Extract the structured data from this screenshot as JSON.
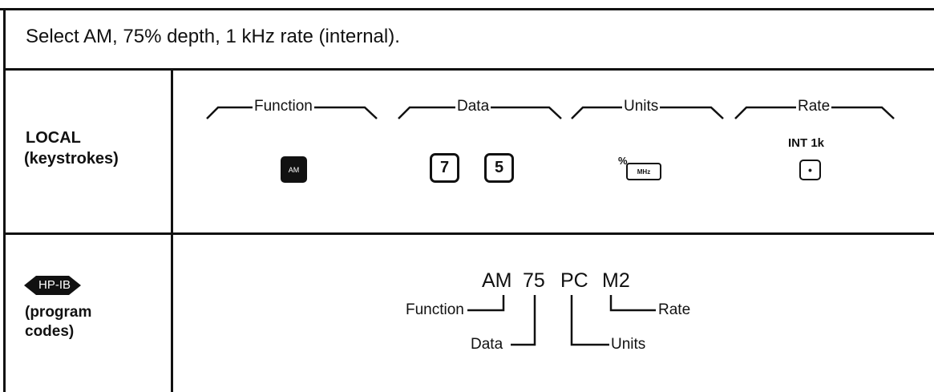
{
  "title": "Select AM, 75% depth, 1 kHz rate (internal).",
  "local": {
    "heading": "LOCAL",
    "subheading": "(keystrokes)",
    "groups": {
      "function": "Function",
      "data": "Data",
      "units": "Units",
      "rate": "Rate"
    },
    "keys": {
      "function_key": "AM",
      "data_key_1": "7",
      "data_key_2": "5",
      "units_prefix": "%",
      "units_key": "MHz",
      "rate_caption": "INT 1k",
      "rate_key": "•"
    }
  },
  "hpib": {
    "logo_text": "HP-IB",
    "subheading_1": "(program",
    "subheading_2": "codes)",
    "codes": {
      "function": "AM",
      "data": "75",
      "units": "PC",
      "rate": "M2"
    },
    "callouts": {
      "function": "Function",
      "data": "Data",
      "units": "Units",
      "rate": "Rate"
    }
  }
}
